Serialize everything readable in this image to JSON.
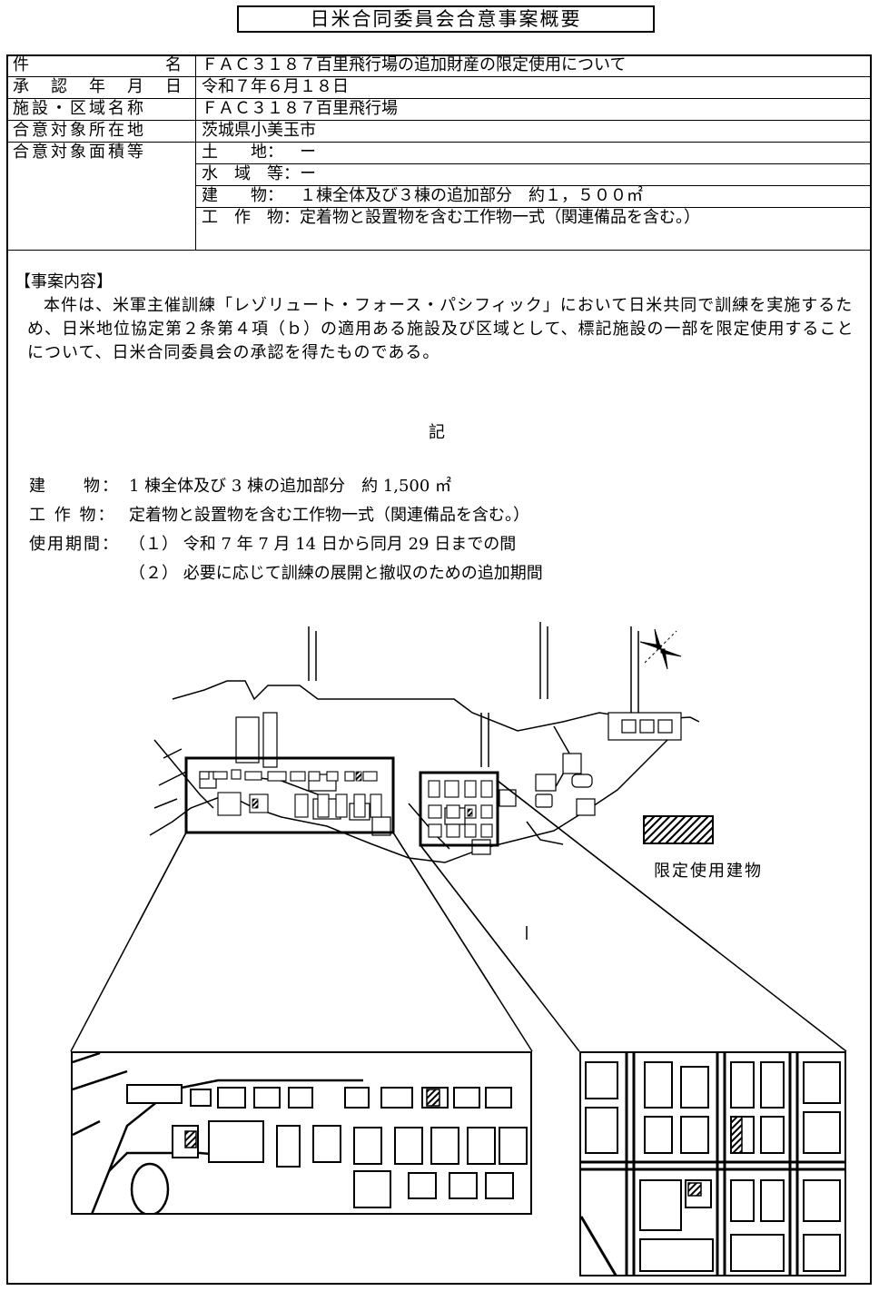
{
  "title": "日米合同委員会合意事案概要",
  "table": {
    "subject_label": "件　　　　　　　名",
    "subject_value": "ＦＡＣ３１８７百里飛行場の追加財産の限定使用について",
    "date_label": "承　認　年　月　日",
    "date_value": "令和７年６月１８日",
    "facility_label": "施設・区域名称",
    "facility_value": "ＦＡＣ３１８７百里飛行場",
    "location_label": "合意対象所在地",
    "location_value": "茨城県小美玉市",
    "area_label": "合意対象面積等",
    "area_rows": [
      {
        "label": "土　　地：",
        "value": "ー"
      },
      {
        "label": "水　域　等：",
        "value": "ー"
      },
      {
        "label": "建　　物：",
        "value": "１棟全体及び３棟の追加部分　約１，５００㎡"
      },
      {
        "label": "工　作　物：",
        "value": "定着物と設置物を含む工作物一式（関連備品を含む。）"
      }
    ]
  },
  "content": {
    "heading": "【事案内容】",
    "paragraph": "本件は、米軍主催訓練「レゾリュート・フォース・パシフィック」において日米共同で訓練を実施するため、日米地位協定第２条第４項（ｂ）の適用ある施設及び区域として、標記施設の一部を限定使用することについて、日米合同委員会の承認を得たものである。",
    "ki": "記",
    "building_label": "建　　物：",
    "building_value": "1 棟全体及び 3 棟の追加部分　約 1,500 ㎡",
    "structure_label": "工 作 物：",
    "structure_value": "定着物と設置物を含む工作物一式（関連備品を含む。）",
    "period_label": "使用期間：",
    "period_1": "（１） 令和 7 年 7 月 14 日から同月 29 日までの間",
    "period_2": "（２） 必要に応じて訓練の展開と撤収のための追加期間"
  },
  "legend": {
    "label": "限定使用建物"
  }
}
